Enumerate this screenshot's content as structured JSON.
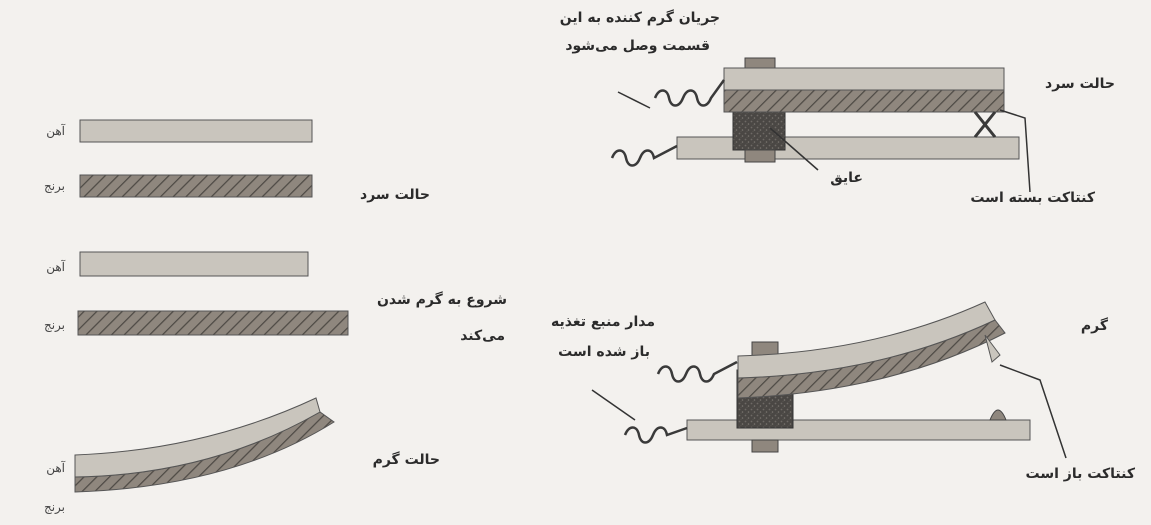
{
  "left": {
    "cold": {
      "iron": "آهن",
      "brass": "برنج",
      "state": "حالت سرد"
    },
    "starting": {
      "iron": "آهن",
      "brass": "برنج",
      "state_line1": "شروع به گرم شدن",
      "state_line2": "می‌کند"
    },
    "hot": {
      "iron": "آهن",
      "brass": "برنج",
      "state": "حالت گرم"
    }
  },
  "right": {
    "cold": {
      "heater_line1": "جریان گرم کننده به این",
      "heater_line2": "قسمت وصل می‌شود",
      "state": "حالت سرد",
      "insulator": "عایق",
      "contact": "کنتاکت بسته است"
    },
    "hot": {
      "supply_line1": "مدار منبع تغذیه",
      "supply_line2": "باز شده است",
      "state": "گرم",
      "contact": "کنتاکت باز است"
    }
  },
  "colors": {
    "iron": "#c9c5bd",
    "brass": "#8f877e",
    "hatch": "#4e4a45",
    "insulator": "#4a4744",
    "line": "#3a3a3a"
  }
}
